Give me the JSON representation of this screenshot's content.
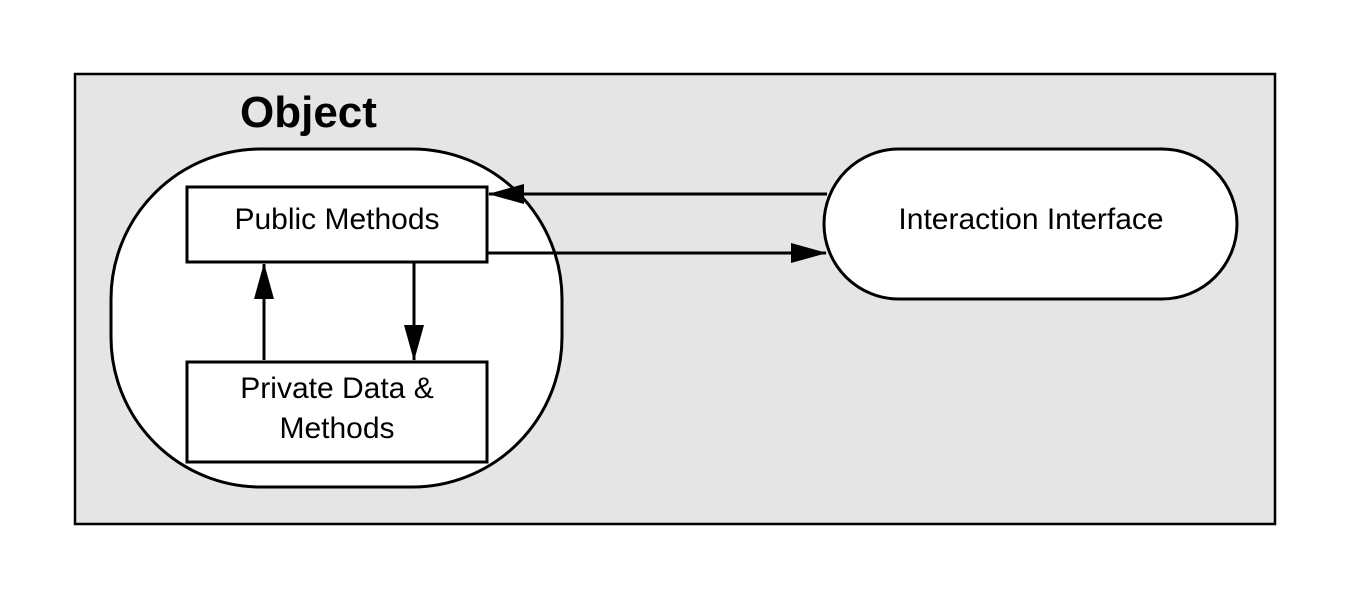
{
  "diagram": {
    "title": "Object",
    "nodes": {
      "public_methods": "Public Methods",
      "private_data_line1": "Private Data &",
      "private_data_line2": "Methods",
      "interaction_interface": "Interaction Interface"
    },
    "edges": [
      {
        "from": "interaction_interface",
        "to": "public_methods"
      },
      {
        "from": "public_methods",
        "to": "interaction_interface"
      },
      {
        "from": "public_methods",
        "to": "private_data"
      },
      {
        "from": "private_data",
        "to": "public_methods"
      }
    ]
  },
  "colors": {
    "frame_fill": "#e5e5e5",
    "stroke": "#000000",
    "shape_fill": "#ffffff"
  }
}
